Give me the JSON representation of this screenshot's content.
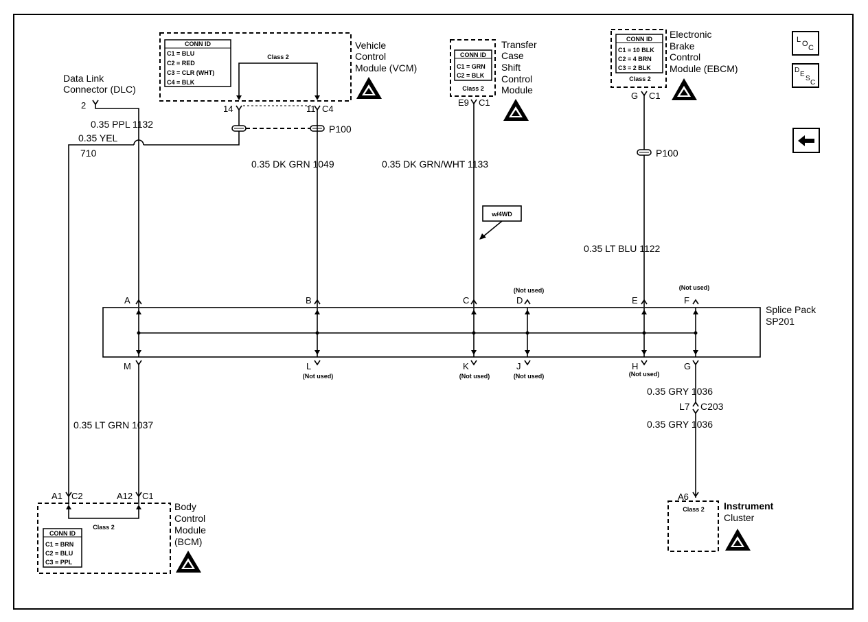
{
  "modules": {
    "vcm": {
      "name_lines": [
        "Vehicle",
        "Control",
        "Module (VCM)"
      ],
      "conn_id_title": "CONN ID",
      "conn_ids": [
        "C1 = BLU",
        "C2 = RED",
        "C3 = CLR (WHT)",
        "C4 = BLK"
      ],
      "class2": "Class 2"
    },
    "tccm": {
      "name_lines": [
        "Transfer",
        "Case",
        "Shift",
        "Control",
        "Module"
      ],
      "conn_id_title": "CONN ID",
      "conn_ids": [
        "C1 = GRN",
        "C2 = BLK"
      ],
      "class2": "Class 2"
    },
    "ebcm": {
      "name_lines": [
        "Electronic",
        "Brake",
        "Control",
        "Module (EBCM)"
      ],
      "conn_id_title": "CONN ID",
      "conn_ids": [
        "C1 = 10 BLK",
        "C2 = 4 BRN",
        "C3 = 2 BLK"
      ],
      "class2": "Class 2"
    },
    "bcm": {
      "name_lines": [
        "Body",
        "Control",
        "Module",
        "(BCM)"
      ],
      "conn_id_title": "CONN ID",
      "conn_ids": [
        "C1 = BRN",
        "C2 = BLU",
        "C3 = PPL"
      ],
      "class2": "Class 2"
    },
    "ic": {
      "name_lines": [
        "Instrument",
        "Cluster"
      ],
      "class2": "Class 2"
    }
  },
  "dlc": {
    "name_lines": [
      "Data Link",
      "Connector (DLC)"
    ],
    "pin": "2"
  },
  "wires": {
    "w1132": "0.35 PPL  1132",
    "w710_a": "0.35 YEL",
    "w710_b": "710",
    "w1049": "0.35 DK GRN  1049",
    "w1133": "0.35 DK GRN/WHT  1133",
    "w1122": "0.35 LT BLU  1122",
    "w1037": "0.35 LT GRN  1037",
    "w1036_a": "0.35 GRY  1036",
    "w1036_b": "0.35 GRY  1036"
  },
  "pins": {
    "vcm_14": "14",
    "vcm_11": "11",
    "vcm_c4": "C4",
    "p100": "P100",
    "tccm_e9": "E9",
    "tccm_c1": "C1",
    "ebcm_g": "G",
    "ebcm_c1": "C1",
    "c203_l7": "L7",
    "c203": "C203",
    "bcm_a1": "A1",
    "bcm_c2": "C2",
    "bcm_a12": "A12",
    "bcm_c1": "C1",
    "ic_a6": "A6"
  },
  "option_note": "w/4WD",
  "splice_pack": {
    "name_lines": [
      "Splice Pack",
      "SP201"
    ],
    "not_used": "(Not used)",
    "top_pins": [
      "A",
      "B",
      "C",
      "D",
      "E",
      "F"
    ],
    "bottom_pins": [
      "M",
      "L",
      "K",
      "J",
      "H",
      "G"
    ]
  },
  "nav": {
    "loc_l": "L",
    "loc_o": "O",
    "loc_c": "C",
    "desc_d": "D",
    "desc_e": "E",
    "desc_s": "S",
    "desc_c": "C",
    "back": "back-arrow"
  }
}
